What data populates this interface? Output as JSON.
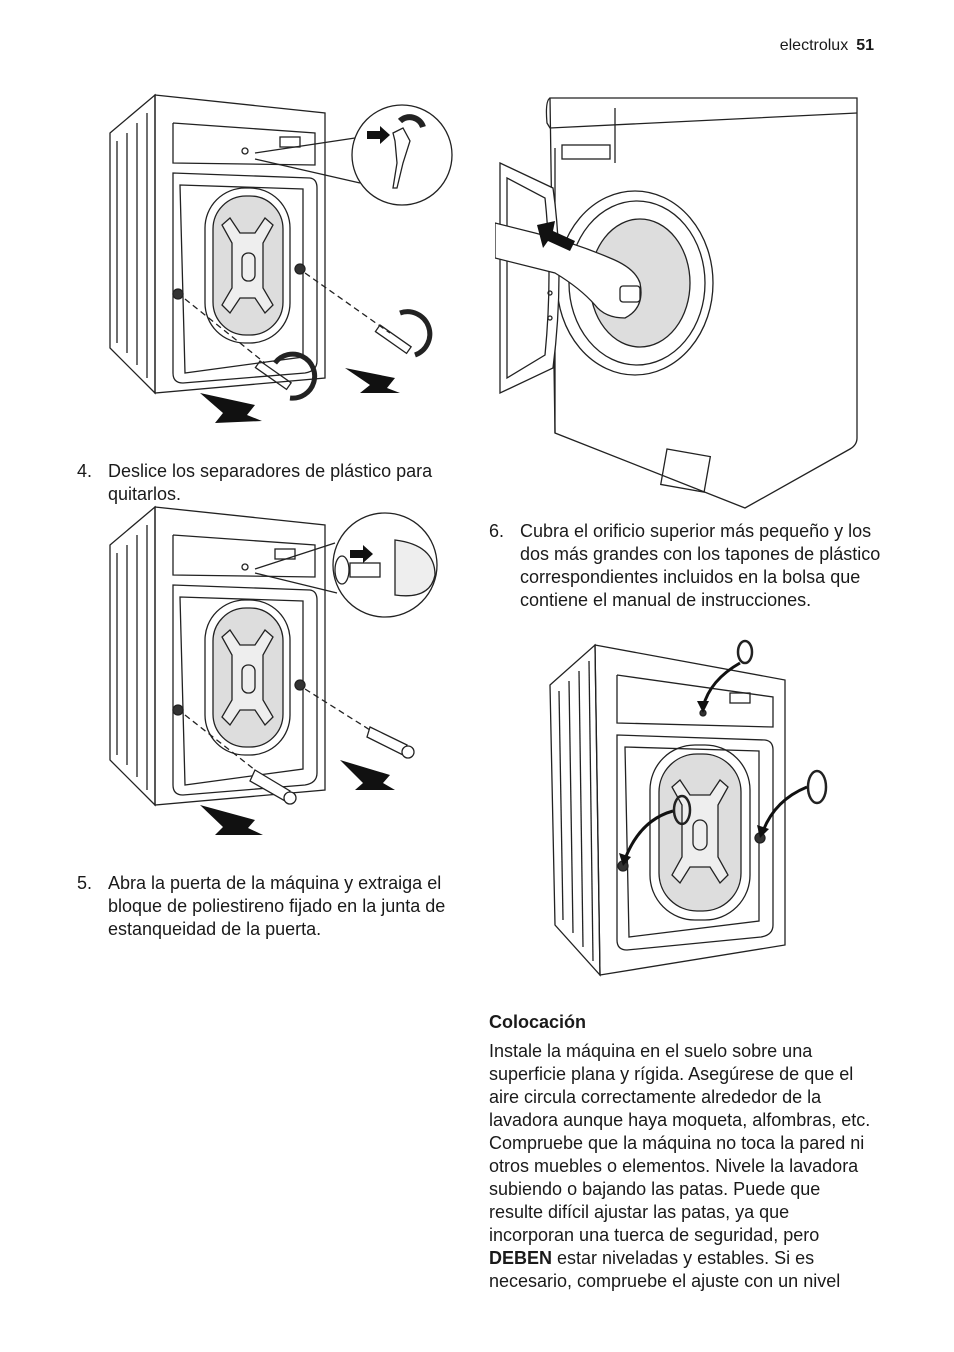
{
  "header": {
    "brand": "electrolux",
    "page_number": "51"
  },
  "steps": [
    {
      "num": "4.",
      "text": "Deslice los separadores de plástico para quitarlos."
    },
    {
      "num": "5.",
      "text": "Abra la puerta de la máquina y extraiga el bloque de poliestireno fijado en la junta de estanqueidad de la puerta."
    },
    {
      "num": "6.",
      "text": "Cubra el orificio superior más pequeño y los dos más grandes con los tapones de plástico correspondientes incluidos en la bolsa que contiene el manual de instrucciones."
    }
  ],
  "section": {
    "heading": "Colocación",
    "para_before": "Instale la máquina en el suelo sobre una superficie plana y rígida. Asegúrese de que el aire circula correctamente alrededor de la lavadora aunque haya moqueta, alfombras, etc. Compruebe que la máquina no toca la pared ni otros muebles o elementos. Nivele la lavadora subiendo o bajando las patas. Puede que resulte difícil ajustar las patas, ya que incorporan una tuerca de seguridad, pero",
    "para_bold": "DEBEN",
    "para_after": "estar niveladas y estables. Si es necesario, compruebe el ajuste con un nivel"
  },
  "figures": [
    {
      "id": "fig-remove-bolts",
      "icon": "washer-back-bolts-illustration"
    },
    {
      "id": "fig-remove-spacers",
      "icon": "washer-back-spacers-illustration"
    },
    {
      "id": "fig-door-polystyrene",
      "icon": "washer-front-door-hand-illustration"
    },
    {
      "id": "fig-caps",
      "icon": "washer-back-caps-illustration"
    }
  ]
}
